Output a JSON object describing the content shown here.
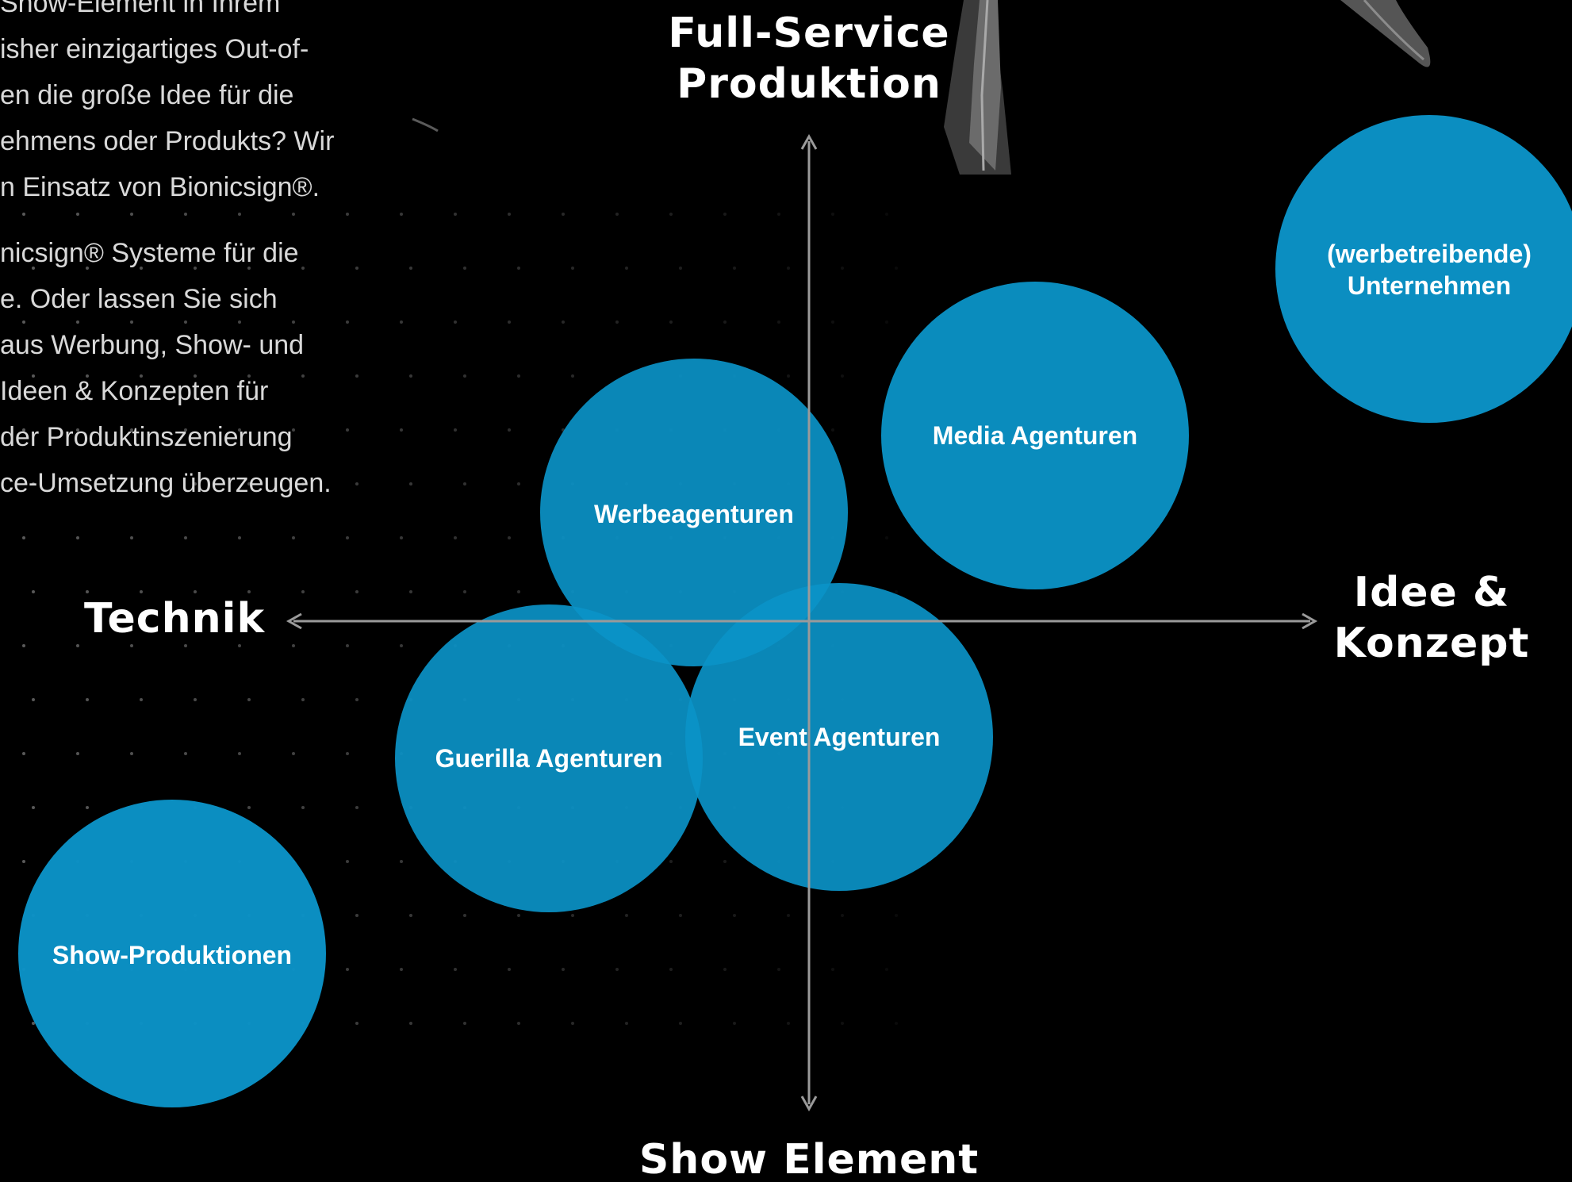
{
  "intro": {
    "paragraph_1": [
      "Show-Element in Ihrem",
      "isher einzigartiges Out-of-",
      "en die große Idee für die",
      "ehmens oder Produkts? Wir",
      "n Einsatz von Bionicsign®."
    ],
    "paragraph_2": [
      "nicsign® Systeme für die",
      "e. Oder lassen Sie sich",
      "aus Werbung, Show- und",
      "Ideen & Konzepten für",
      "der Produktinszenierung",
      "ce-Umsetzung überzeugen."
    ]
  },
  "axes": {
    "top": "Full-Service\nProduktion",
    "left": "Technik",
    "right": "Idee &\nKonzept",
    "bottom": "Show Element"
  },
  "circles": {
    "werbeagenturen": "Werbeagenturen",
    "media_agenturen": "Media Agenturen",
    "guerilla_agenturen": "Guerilla Agenturen",
    "event_agenturen": "Event Agenturen",
    "show_produktionen": "Show-Produktionen",
    "unternehmen": "(werbetreibende)\nUnternehmen"
  },
  "colors": {
    "background": "#000000",
    "circle_fill": "#0b93c7",
    "axis": "#9a9a9a",
    "text": "#ffffff",
    "intro_text": "#d9d9d9"
  }
}
